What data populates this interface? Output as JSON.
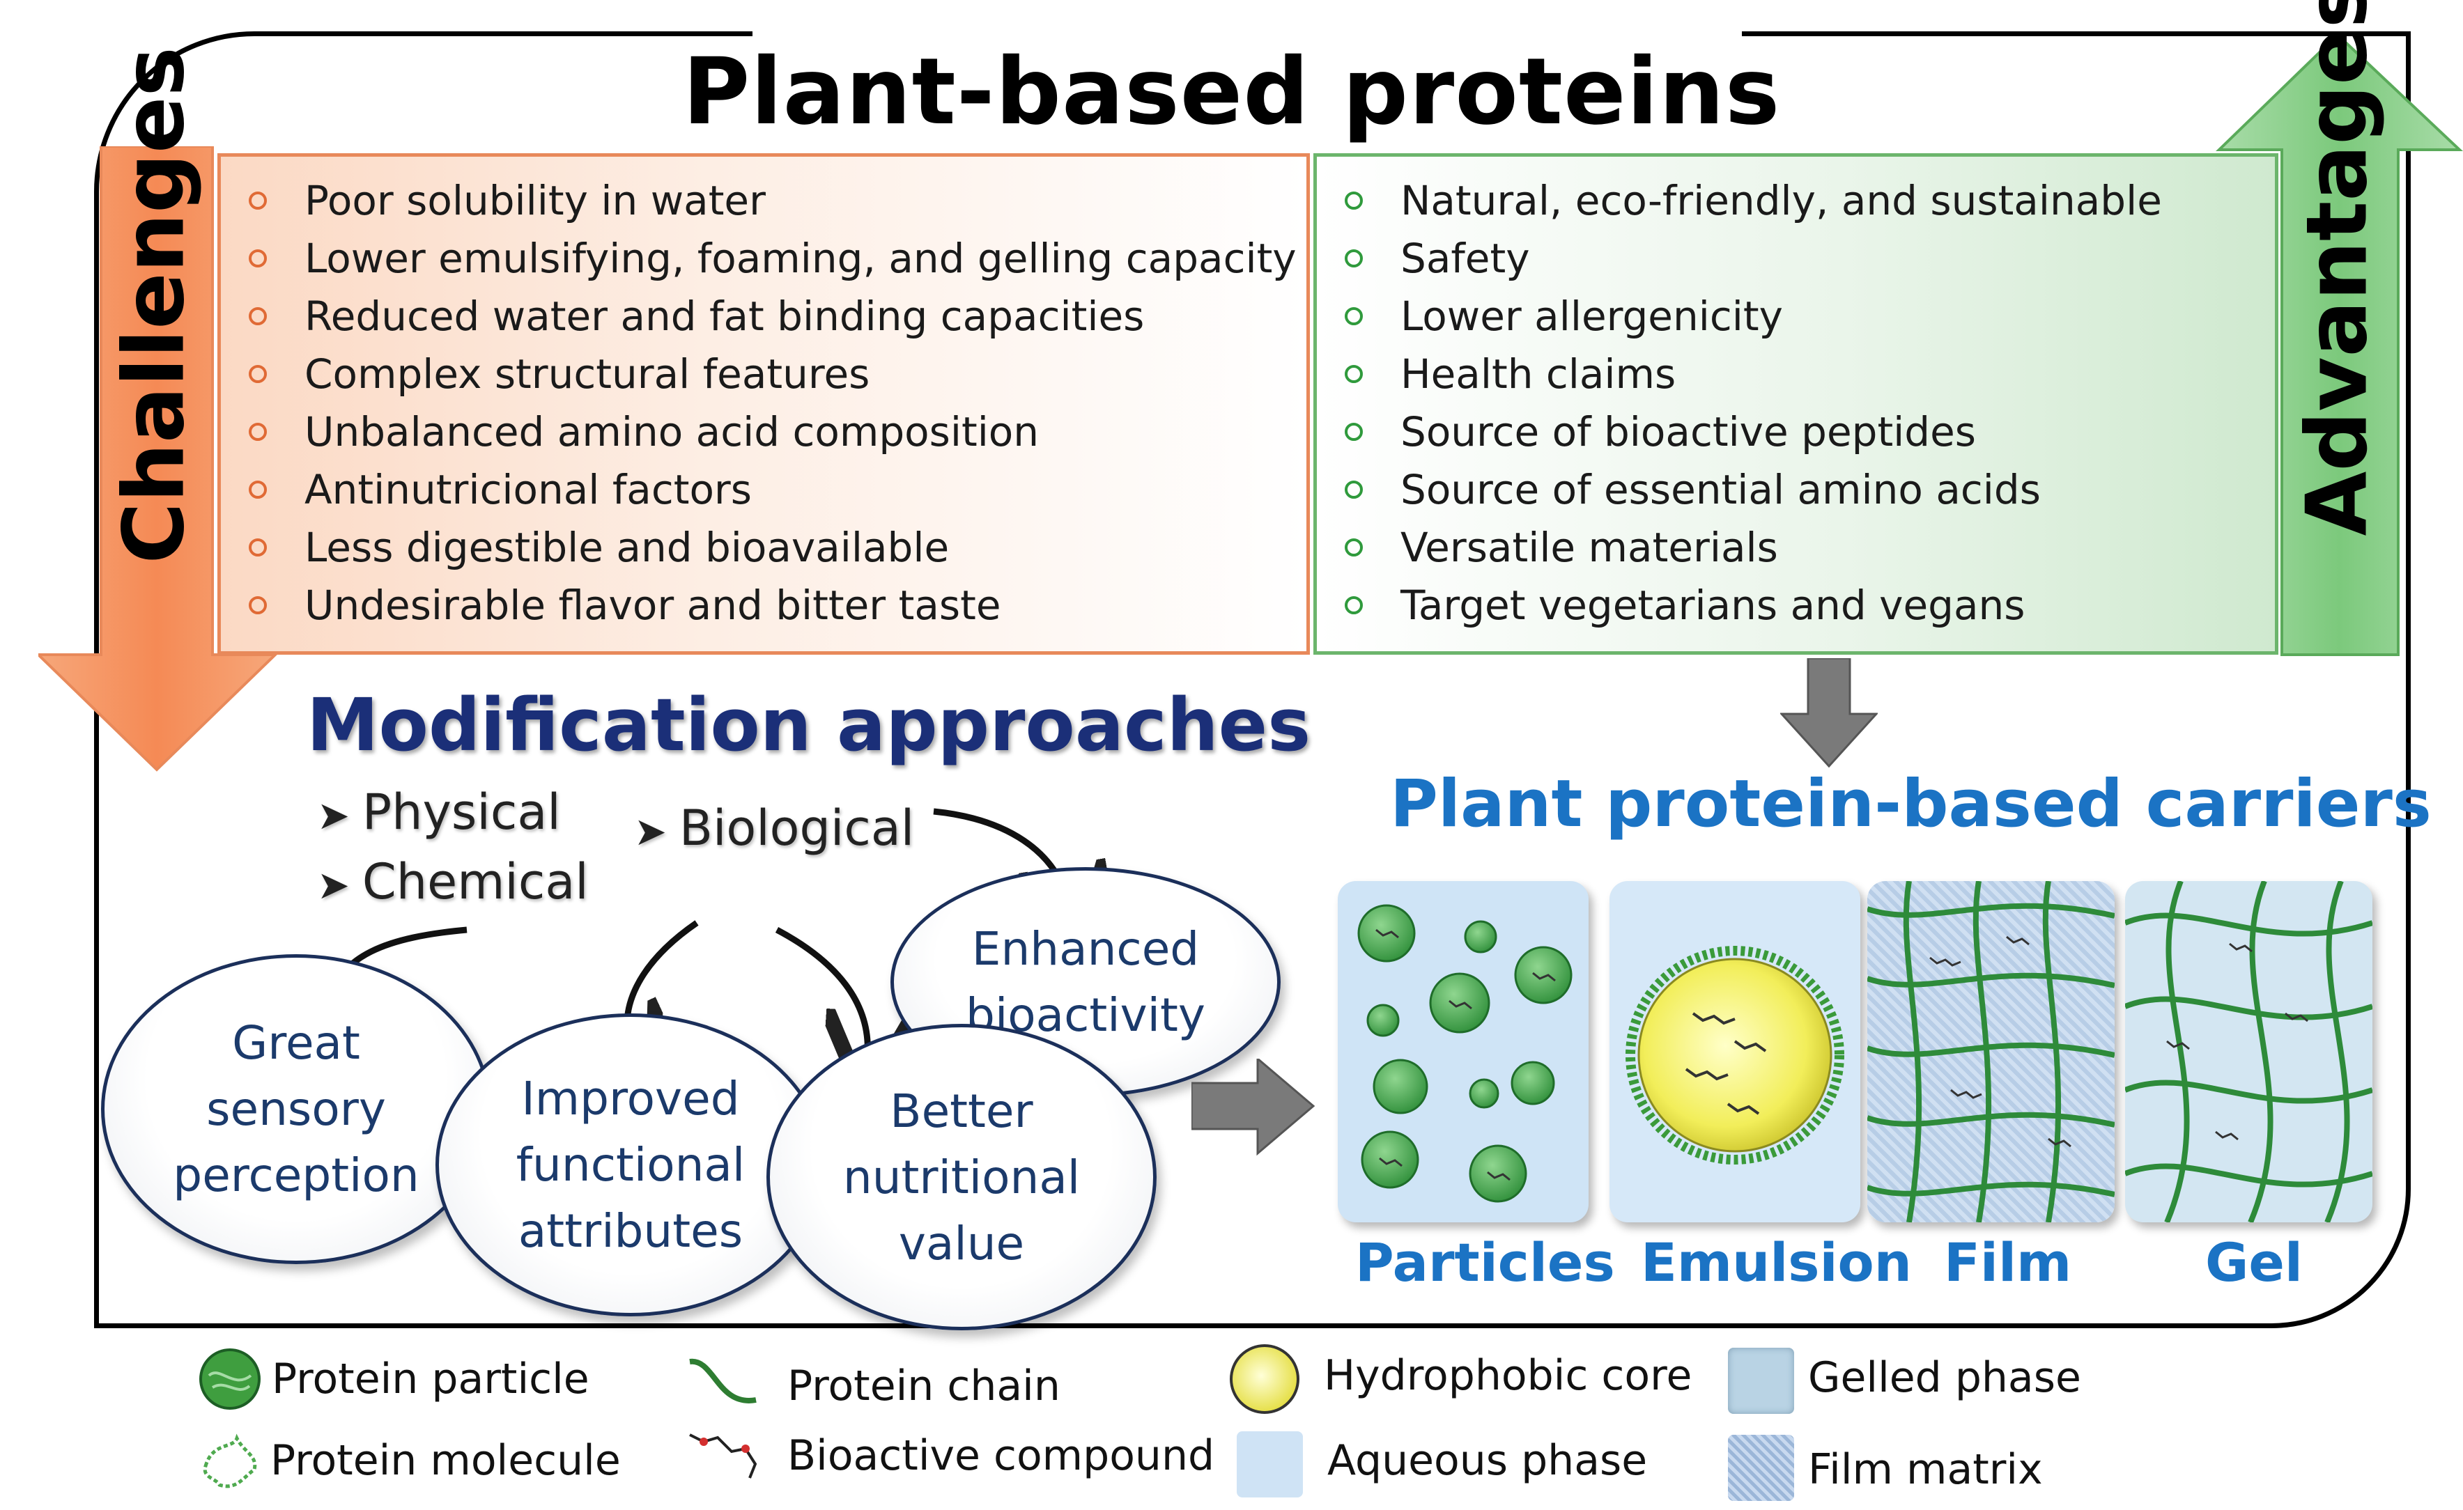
{
  "title": "Plant-based proteins",
  "challenges": {
    "label": "Challenges",
    "items": [
      "Poor solubility in water",
      "Lower emulsifying, foaming, and gelling capacity",
      "Reduced water and fat binding capacities",
      "Complex structural features",
      "Unbalanced amino acid composition",
      "Antinutricional factors",
      "Less digestible and bioavailable",
      "Undesirable flavor and bitter taste"
    ]
  },
  "advantages": {
    "label": "Advantages",
    "items": [
      "Natural, eco-friendly, and sustainable",
      "Safety",
      "Lower allergenicity",
      "Health claims",
      "Source of bioactive peptides",
      "Source of essential amino acids",
      "Versatile materials",
      "Target vegetarians and vegans"
    ]
  },
  "modification": {
    "title": "Modification approaches",
    "methods": {
      "physical": "Physical",
      "chemical": "Chemical",
      "biological": "Biological"
    },
    "outcomes": {
      "sensory": "Great\nsensory\nperception",
      "functional": "Improved\nfunctional\nattributes",
      "nutritional": "Better\nnutritional\nvalue",
      "bioactivity": "Enhanced\nbioactivity"
    }
  },
  "carriers": {
    "title": "Plant protein-based carriers",
    "types": [
      "Particles",
      "Emulsion",
      "Film",
      "Gel"
    ]
  },
  "legend": {
    "protein_particle": "Protein particle",
    "protein_molecule": "Protein molecule",
    "protein_chain": "Protein chain",
    "bioactive_compound": "Bioactive compound",
    "hydrophobic_core": "Hydrophobic core",
    "aqueous_phase": "Aqueous phase",
    "gelled_phase": "Gelled phase",
    "film_matrix": "Film matrix"
  },
  "colors": {
    "challenges_arrow": "#f59a6a",
    "advantages_arrow": "#7cc97c",
    "title_blue": "#1b2f78",
    "carrier_blue": "#1b73c4",
    "network_green": "#2e8b3a"
  }
}
